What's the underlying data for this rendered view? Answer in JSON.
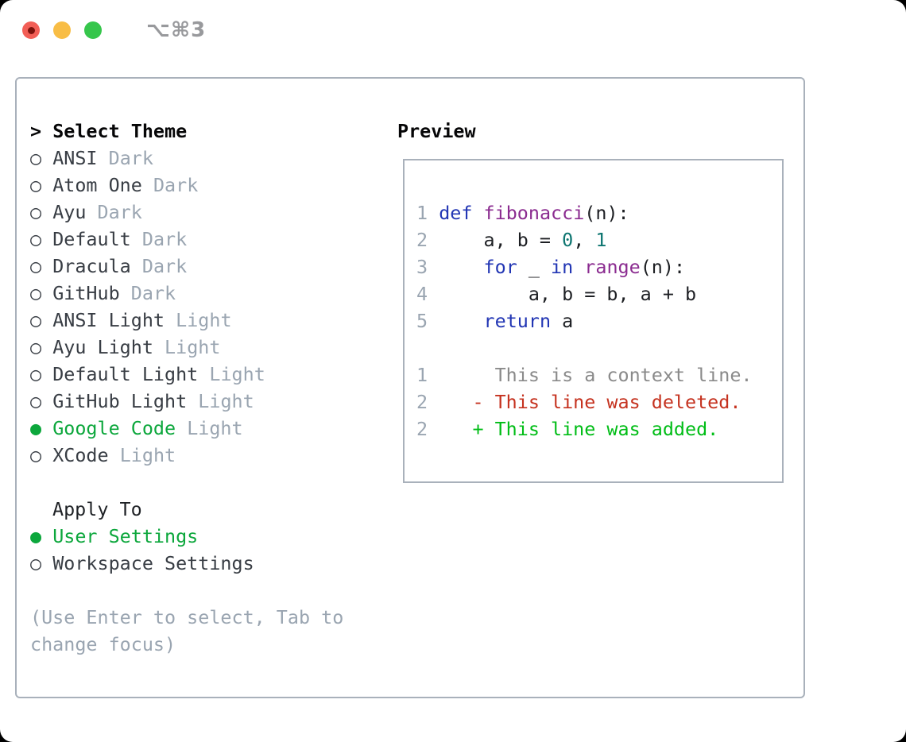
{
  "window": {
    "title": "⌥⌘3",
    "traffic_lights": [
      "close",
      "minimize",
      "zoom"
    ]
  },
  "theme_picker": {
    "header_prefix": ">",
    "header": "Select Theme",
    "themes": [
      {
        "name": "ANSI",
        "variant": "Dark",
        "selected": false
      },
      {
        "name": "Atom One",
        "variant": "Dark",
        "selected": false
      },
      {
        "name": "Ayu",
        "variant": "Dark",
        "selected": false
      },
      {
        "name": "Default",
        "variant": "Dark",
        "selected": false
      },
      {
        "name": "Dracula",
        "variant": "Dark",
        "selected": false
      },
      {
        "name": "GitHub",
        "variant": "Dark",
        "selected": false
      },
      {
        "name": "ANSI Light",
        "variant": "Light",
        "selected": false
      },
      {
        "name": "Ayu Light",
        "variant": "Light",
        "selected": false
      },
      {
        "name": "Default Light",
        "variant": "Light",
        "selected": false
      },
      {
        "name": "GitHub Light",
        "variant": "Light",
        "selected": false
      },
      {
        "name": "Google Code",
        "variant": "Light",
        "selected": true
      },
      {
        "name": "XCode",
        "variant": "Light",
        "selected": false
      }
    ],
    "apply_to": {
      "header": "Apply To",
      "options": [
        {
          "name": "User Settings",
          "selected": true
        },
        {
          "name": "Workspace Settings",
          "selected": false
        }
      ]
    },
    "help_text": "(Use Enter to select, Tab to change focus)"
  },
  "preview": {
    "title": "Preview",
    "lines": [
      {
        "num": "1",
        "segments": [
          {
            "t": "def",
            "c": "kw"
          },
          {
            "t": " ",
            "c": "plain"
          },
          {
            "t": "fibonacci",
            "c": "fn"
          },
          {
            "t": "(n):",
            "c": "plain"
          }
        ]
      },
      {
        "num": "2",
        "segments": [
          {
            "t": "    a, b = ",
            "c": "plain"
          },
          {
            "t": "0",
            "c": "lit"
          },
          {
            "t": ", ",
            "c": "plain"
          },
          {
            "t": "1",
            "c": "lit"
          }
        ]
      },
      {
        "num": "3",
        "segments": [
          {
            "t": "    ",
            "c": "plain"
          },
          {
            "t": "for",
            "c": "kw"
          },
          {
            "t": " _ ",
            "c": "plain"
          },
          {
            "t": "in",
            "c": "kw"
          },
          {
            "t": " ",
            "c": "plain"
          },
          {
            "t": "range",
            "c": "fn"
          },
          {
            "t": "(n):",
            "c": "plain"
          }
        ]
      },
      {
        "num": "4",
        "segments": [
          {
            "t": "        a, b = b, a + b",
            "c": "plain"
          }
        ]
      },
      {
        "num": "5",
        "segments": [
          {
            "t": "    ",
            "c": "plain"
          },
          {
            "t": "return",
            "c": "kw"
          },
          {
            "t": " a",
            "c": "plain"
          }
        ]
      },
      {
        "num": "",
        "segments": []
      },
      {
        "num": "1",
        "segments": [
          {
            "t": "     This is a context line.",
            "c": "ctx"
          }
        ]
      },
      {
        "num": "2",
        "segments": [
          {
            "t": "   ",
            "c": "plain"
          },
          {
            "t": "- This line was deleted.",
            "c": "del"
          }
        ]
      },
      {
        "num": "2",
        "segments": [
          {
            "t": "   ",
            "c": "plain"
          },
          {
            "t": "+ This line was added.",
            "c": "add"
          }
        ]
      }
    ]
  },
  "colors": {
    "selection_green": "#0ca73c",
    "keyword_blue": "#2236b4",
    "function_purple": "#8b2c90",
    "literal_teal": "#0d7570",
    "diff_deleted_red": "#c5321f",
    "diff_added_green": "#00bd16",
    "diff_context_gray": "#8a8a8a",
    "muted_gray": "#9aa5b1",
    "frame_border": "#a9b1bb"
  }
}
